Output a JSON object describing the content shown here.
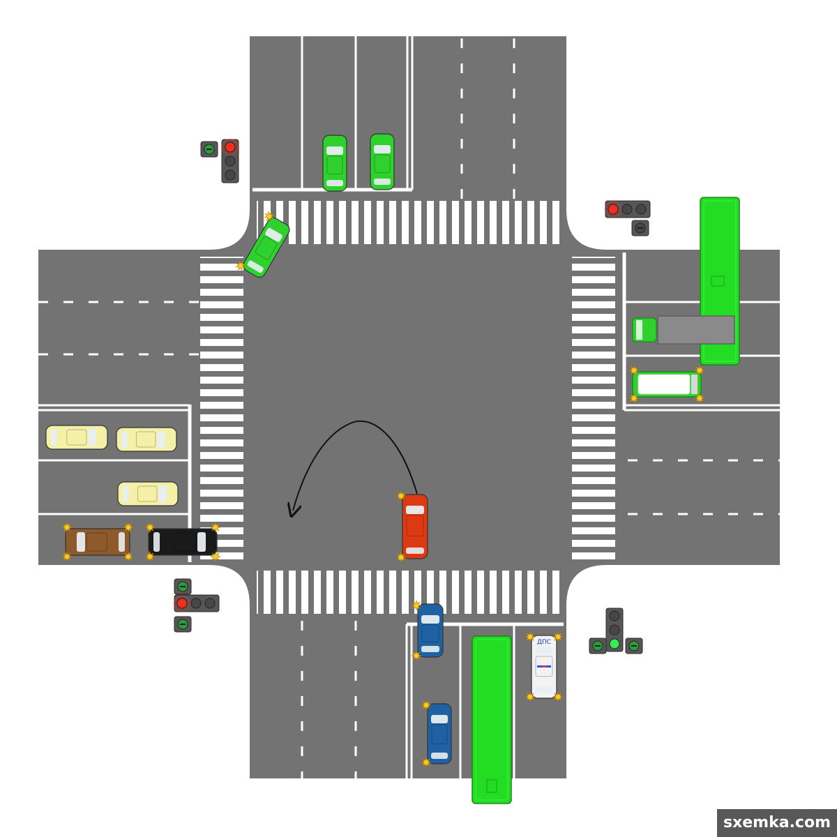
{
  "colors": {
    "asphalt": "#737373",
    "marking": "#ffffff",
    "background": "#ffffff",
    "light_housing": "#565656",
    "light_off": "#474747",
    "light_red": "#ff2a1a",
    "light_green": "#33ee55",
    "car_green": "#2fd12f",
    "car_yellow": "#f4f0a8",
    "car_red": "#dd3a14",
    "car_blue": "#1e62a4",
    "car_brown": "#8e5a2c",
    "car_black": "#1a1a1a",
    "car_white": "#f2f2f2",
    "bus_green": "#22dd22",
    "truck_gray": "#8a8a8a",
    "signal_star": "#ffcc22",
    "path_arrow": "#111111"
  },
  "vehicles": [
    {
      "id": "north-car-1",
      "kind": "car",
      "color": "car_green"
    },
    {
      "id": "north-car-2",
      "kind": "car",
      "color": "car_green"
    },
    {
      "id": "turning-green-car",
      "kind": "car",
      "color": "car_green",
      "signals": "turn"
    },
    {
      "id": "east-bus",
      "kind": "bus",
      "color": "bus_green"
    },
    {
      "id": "east-truck",
      "kind": "truck",
      "color": "truck_gray"
    },
    {
      "id": "east-van",
      "kind": "van",
      "color": "car_green",
      "signals": "hazard"
    },
    {
      "id": "west-yellow-1",
      "kind": "car",
      "color": "car_yellow"
    },
    {
      "id": "west-yellow-2",
      "kind": "car",
      "color": "car_yellow"
    },
    {
      "id": "west-yellow-3",
      "kind": "car",
      "color": "car_yellow"
    },
    {
      "id": "west-brown-suv",
      "kind": "car",
      "color": "car_brown",
      "signals": "hazard"
    },
    {
      "id": "west-black-suv",
      "kind": "car",
      "color": "car_black",
      "signals": "hazard"
    },
    {
      "id": "red-car",
      "kind": "car",
      "color": "car_red",
      "signals": "turn",
      "maneuver": "u-turn"
    },
    {
      "id": "south-blue-1",
      "kind": "car",
      "color": "car_blue",
      "signals": "turn"
    },
    {
      "id": "south-blue-2",
      "kind": "car",
      "color": "car_blue",
      "signals": "turn"
    },
    {
      "id": "south-bus",
      "kind": "bus",
      "color": "bus_green"
    },
    {
      "id": "police-car",
      "kind": "car",
      "color": "car_white",
      "signals": "hazard",
      "label": "ДПС"
    }
  ],
  "traffic_lights": [
    {
      "id": "nw",
      "main": "red",
      "arrow": "green"
    },
    {
      "id": "ne",
      "main": "red",
      "arrow": "off"
    },
    {
      "id": "sw",
      "main": "red",
      "arrow": "green"
    },
    {
      "id": "se",
      "main": "green",
      "arrow": "green"
    }
  ],
  "watermark": "sxemka.com"
}
